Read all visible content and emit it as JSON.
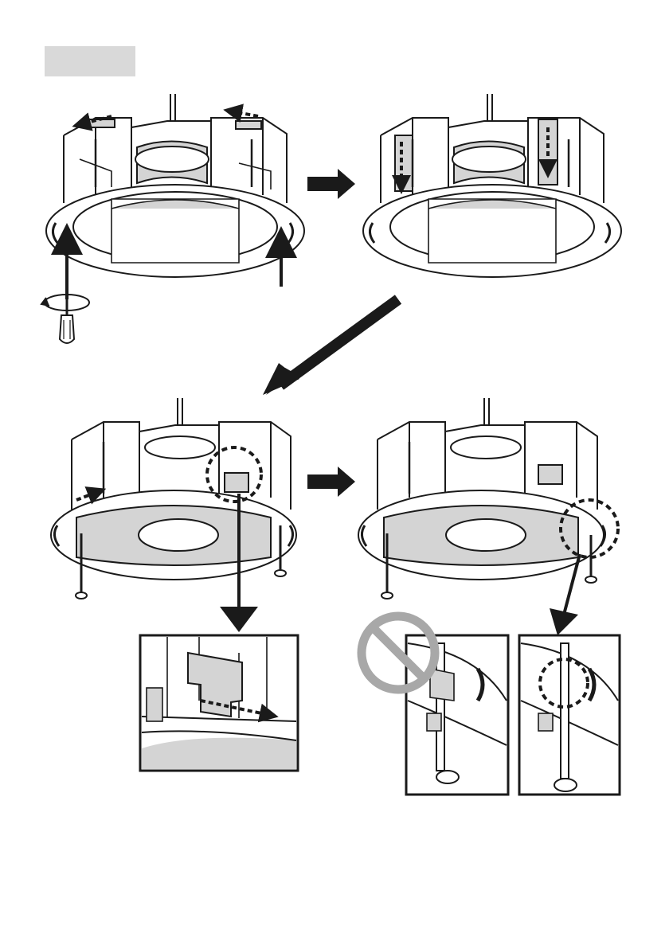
{
  "page": {
    "step_label": "",
    "colors": {
      "line": "#1a1a1a",
      "fill_gray": "#d4d4d4",
      "label_gray": "#d9d9d9",
      "prohibit_gray": "#a8a8a8"
    },
    "icons": [
      "screwdriver-icon",
      "rotate-arrow-icon",
      "prohibited-icon",
      "dashed-arrow-icon",
      "dashed-circle-icon"
    ],
    "panels": [
      {
        "name": "panel-1",
        "description_icon": "bracket-assembly-icon"
      },
      {
        "name": "panel-2",
        "description_icon": "bracket-assembly-icon"
      },
      {
        "name": "panel-3",
        "description_icon": "bracket-assembly-icon"
      },
      {
        "name": "panel-4",
        "description_icon": "bracket-assembly-icon"
      },
      {
        "name": "detail-tab",
        "description_icon": "tab-slide-detail-icon"
      },
      {
        "name": "detail-wrong",
        "description_icon": "incorrect-placement-icon"
      },
      {
        "name": "detail-right",
        "description_icon": "correct-placement-icon"
      }
    ]
  }
}
